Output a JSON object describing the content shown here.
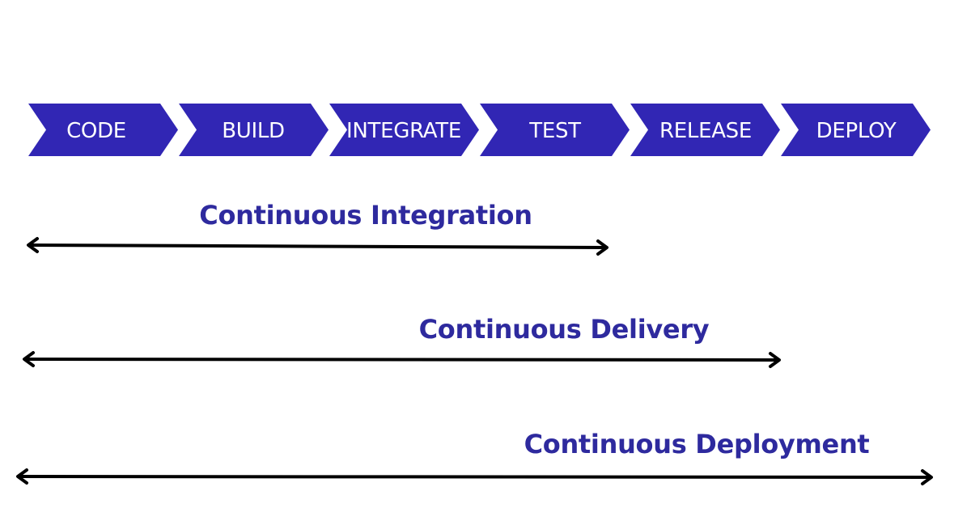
{
  "colors": {
    "stage_fill": "#3126b4",
    "stage_text": "#ffffff",
    "label_text": "#2e2a9e",
    "arrow": "#000000"
  },
  "stages": [
    {
      "label": "CODE"
    },
    {
      "label": "BUILD"
    },
    {
      "label": "INTEGRATE"
    },
    {
      "label": "TEST"
    },
    {
      "label": "RELEASE"
    },
    {
      "label": "DEPLOY"
    }
  ],
  "spans": [
    {
      "label": "Continuous Integration",
      "from_stage": "CODE",
      "to_stage": "TEST"
    },
    {
      "label": "Continuous Delivery",
      "from_stage": "CODE",
      "to_stage": "RELEASE"
    },
    {
      "label": "Continuous Deployment",
      "from_stage": "CODE",
      "to_stage": "DEPLOY"
    }
  ]
}
